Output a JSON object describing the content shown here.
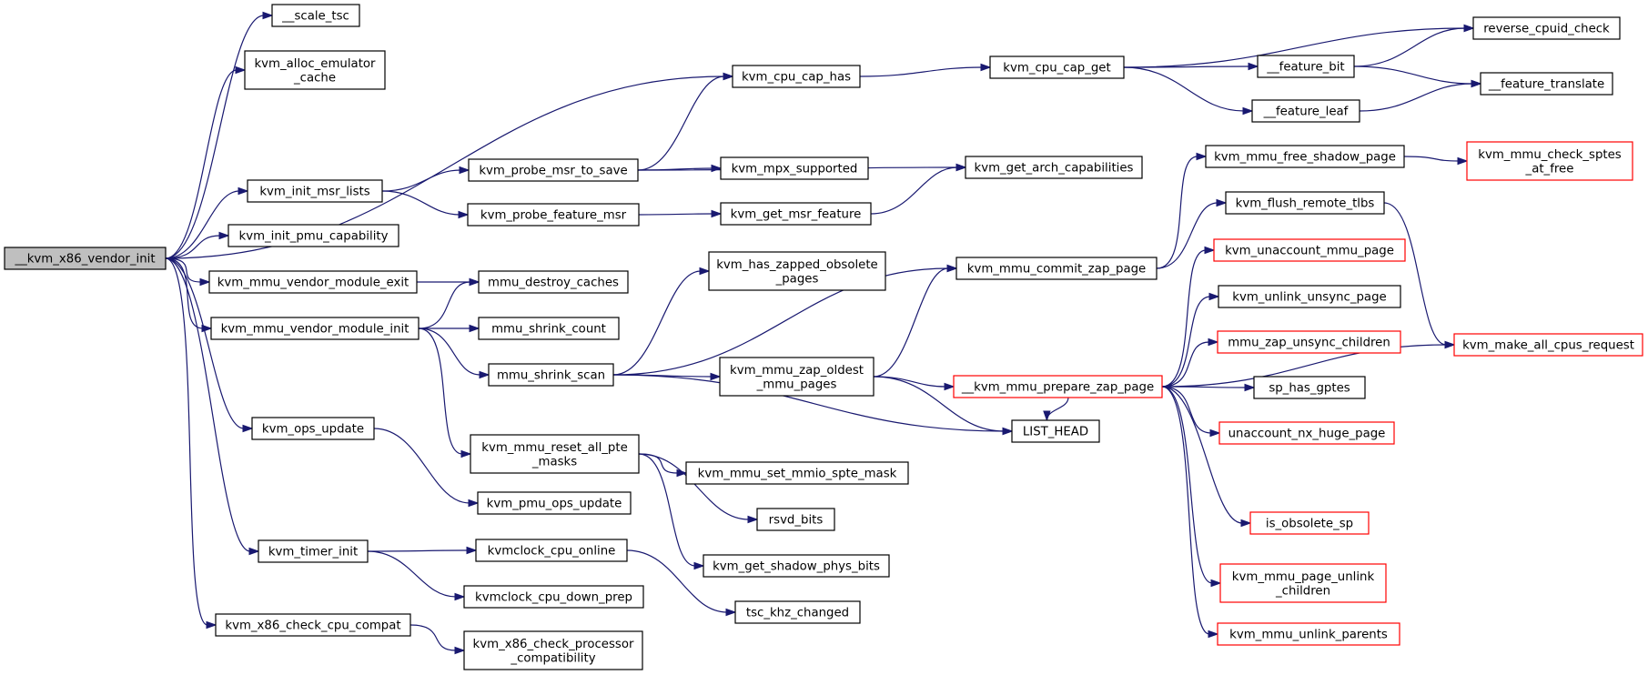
{
  "graph": {
    "type": "call-graph",
    "colors": {
      "edge": "#191970",
      "root_fill": "#bfbfbf",
      "truncated_border": "#ff0000",
      "border": "#000000"
    },
    "nodes": [
      {
        "id": "root",
        "lines": [
          "__kvm_x86_vendor_init"
        ],
        "style": "root"
      },
      {
        "id": "scale_tsc",
        "lines": [
          "__scale_tsc"
        ]
      },
      {
        "id": "alloc_emu",
        "lines": [
          "kvm_alloc_emulator",
          "_cache"
        ]
      },
      {
        "id": "cpu_cap_has",
        "lines": [
          "kvm_cpu_cap_has"
        ]
      },
      {
        "id": "cpu_cap_get",
        "lines": [
          "kvm_cpu_cap_get"
        ]
      },
      {
        "id": "rev_cpuid",
        "lines": [
          "reverse_cpuid_check"
        ]
      },
      {
        "id": "feature_bit",
        "lines": [
          "__feature_bit"
        ]
      },
      {
        "id": "feature_translate",
        "lines": [
          "__feature_translate"
        ]
      },
      {
        "id": "feature_leaf",
        "lines": [
          "__feature_leaf"
        ]
      },
      {
        "id": "init_msr_lists",
        "lines": [
          "kvm_init_msr_lists"
        ]
      },
      {
        "id": "probe_msr_to_save",
        "lines": [
          "kvm_probe_msr_to_save"
        ]
      },
      {
        "id": "mpx_supported",
        "lines": [
          "kvm_mpx_supported"
        ]
      },
      {
        "id": "get_arch_cap",
        "lines": [
          "kvm_get_arch_capabilities"
        ]
      },
      {
        "id": "probe_feature_msr",
        "lines": [
          "kvm_probe_feature_msr"
        ]
      },
      {
        "id": "get_msr_feature",
        "lines": [
          "kvm_get_msr_feature"
        ]
      },
      {
        "id": "init_pmu_cap",
        "lines": [
          "kvm_init_pmu_capability"
        ]
      },
      {
        "id": "mmu_vendor_exit",
        "lines": [
          "kvm_mmu_vendor_module_exit"
        ]
      },
      {
        "id": "mmu_destroy_caches",
        "lines": [
          "mmu_destroy_caches"
        ]
      },
      {
        "id": "mmu_vendor_init",
        "lines": [
          "kvm_mmu_vendor_module_init"
        ]
      },
      {
        "id": "mmu_shrink_count",
        "lines": [
          "mmu_shrink_count"
        ]
      },
      {
        "id": "mmu_shrink_scan",
        "lines": [
          "mmu_shrink_scan"
        ]
      },
      {
        "id": "has_zapped",
        "lines": [
          "kvm_has_zapped_obsolete",
          "_pages"
        ]
      },
      {
        "id": "commit_zap",
        "lines": [
          "kvm_mmu_commit_zap_page"
        ]
      },
      {
        "id": "free_shadow",
        "lines": [
          "kvm_mmu_free_shadow_page"
        ]
      },
      {
        "id": "check_sptes",
        "lines": [
          "kvm_mmu_check_sptes",
          "_at_free"
        ],
        "style": "trunc"
      },
      {
        "id": "flush_tlbs",
        "lines": [
          "kvm_flush_remote_tlbs"
        ]
      },
      {
        "id": "zap_oldest",
        "lines": [
          "kvm_mmu_zap_oldest",
          "_mmu_pages"
        ]
      },
      {
        "id": "prepare_zap",
        "lines": [
          "__kvm_mmu_prepare_zap_page"
        ],
        "style": "trunc"
      },
      {
        "id": "unaccount_mmu",
        "lines": [
          "kvm_unaccount_mmu_page"
        ],
        "style": "trunc"
      },
      {
        "id": "unlink_unsync",
        "lines": [
          "kvm_unlink_unsync_page"
        ]
      },
      {
        "id": "zap_unsync",
        "lines": [
          "mmu_zap_unsync_children"
        ],
        "style": "trunc"
      },
      {
        "id": "make_all_cpus",
        "lines": [
          "kvm_make_all_cpus_request"
        ],
        "style": "trunc"
      },
      {
        "id": "sp_has_gptes",
        "lines": [
          "sp_has_gptes"
        ]
      },
      {
        "id": "list_head",
        "lines": [
          "LIST_HEAD"
        ]
      },
      {
        "id": "unaccount_nx",
        "lines": [
          "unaccount_nx_huge_page"
        ],
        "style": "trunc"
      },
      {
        "id": "ops_update",
        "lines": [
          "kvm_ops_update"
        ]
      },
      {
        "id": "reset_pte_masks",
        "lines": [
          "kvm_mmu_reset_all_pte",
          "_masks"
        ]
      },
      {
        "id": "set_mmio_mask",
        "lines": [
          "kvm_mmu_set_mmio_spte_mask"
        ]
      },
      {
        "id": "pmu_ops_update",
        "lines": [
          "kvm_pmu_ops_update"
        ]
      },
      {
        "id": "rsvd_bits",
        "lines": [
          "rsvd_bits"
        ]
      },
      {
        "id": "is_obsolete",
        "lines": [
          "is_obsolete_sp"
        ],
        "style": "trunc"
      },
      {
        "id": "timer_init",
        "lines": [
          "kvm_timer_init"
        ]
      },
      {
        "id": "clock_online",
        "lines": [
          "kvmclock_cpu_online"
        ]
      },
      {
        "id": "shadow_phys",
        "lines": [
          "kvm_get_shadow_phys_bits"
        ]
      },
      {
        "id": "page_unlink_children",
        "lines": [
          "kvm_mmu_page_unlink",
          "_children"
        ],
        "style": "trunc"
      },
      {
        "id": "clock_down",
        "lines": [
          "kvmclock_cpu_down_prep"
        ]
      },
      {
        "id": "tsc_khz",
        "lines": [
          "tsc_khz_changed"
        ]
      },
      {
        "id": "check_cpu_compat",
        "lines": [
          "kvm_x86_check_cpu_compat"
        ]
      },
      {
        "id": "check_proc_compat",
        "lines": [
          "kvm_x86_check_processor",
          "_compatibility"
        ]
      },
      {
        "id": "unlink_parents",
        "lines": [
          "kvm_mmu_unlink_parents"
        ],
        "style": "trunc"
      }
    ],
    "edges": [
      [
        "root",
        "scale_tsc"
      ],
      [
        "root",
        "alloc_emu"
      ],
      [
        "root",
        "cpu_cap_has"
      ],
      [
        "root",
        "init_msr_lists"
      ],
      [
        "root",
        "init_pmu_cap"
      ],
      [
        "root",
        "mmu_vendor_exit"
      ],
      [
        "root",
        "mmu_vendor_init"
      ],
      [
        "root",
        "ops_update"
      ],
      [
        "root",
        "timer_init"
      ],
      [
        "root",
        "check_cpu_compat"
      ],
      [
        "cpu_cap_has",
        "cpu_cap_get"
      ],
      [
        "cpu_cap_get",
        "rev_cpuid"
      ],
      [
        "cpu_cap_get",
        "feature_bit"
      ],
      [
        "cpu_cap_get",
        "feature_leaf"
      ],
      [
        "feature_bit",
        "rev_cpuid"
      ],
      [
        "feature_bit",
        "feature_translate"
      ],
      [
        "feature_leaf",
        "feature_translate"
      ],
      [
        "init_msr_lists",
        "probe_msr_to_save"
      ],
      [
        "init_msr_lists",
        "probe_feature_msr"
      ],
      [
        "probe_msr_to_save",
        "cpu_cap_has"
      ],
      [
        "probe_msr_to_save",
        "get_arch_cap"
      ],
      [
        "probe_msr_to_save",
        "mpx_supported"
      ],
      [
        "probe_feature_msr",
        "get_msr_feature"
      ],
      [
        "get_msr_feature",
        "get_arch_cap"
      ],
      [
        "mmu_vendor_exit",
        "mmu_destroy_caches"
      ],
      [
        "mmu_vendor_init",
        "mmu_destroy_caches"
      ],
      [
        "mmu_vendor_init",
        "mmu_shrink_count"
      ],
      [
        "mmu_vendor_init",
        "mmu_shrink_scan"
      ],
      [
        "mmu_vendor_init",
        "reset_pte_masks"
      ],
      [
        "mmu_shrink_scan",
        "has_zapped"
      ],
      [
        "mmu_shrink_scan",
        "commit_zap"
      ],
      [
        "mmu_shrink_scan",
        "zap_oldest"
      ],
      [
        "mmu_shrink_scan",
        "list_head"
      ],
      [
        "commit_zap",
        "free_shadow"
      ],
      [
        "commit_zap",
        "flush_tlbs"
      ],
      [
        "free_shadow",
        "check_sptes"
      ],
      [
        "flush_tlbs",
        "make_all_cpus"
      ],
      [
        "zap_oldest",
        "commit_zap"
      ],
      [
        "zap_oldest",
        "prepare_zap"
      ],
      [
        "zap_oldest",
        "list_head"
      ],
      [
        "prepare_zap",
        "unaccount_mmu"
      ],
      [
        "prepare_zap",
        "unlink_unsync"
      ],
      [
        "prepare_zap",
        "zap_unsync"
      ],
      [
        "prepare_zap",
        "sp_has_gptes"
      ],
      [
        "prepare_zap",
        "list_head"
      ],
      [
        "prepare_zap",
        "unaccount_nx"
      ],
      [
        "prepare_zap",
        "make_all_cpus"
      ],
      [
        "prepare_zap",
        "is_obsolete"
      ],
      [
        "prepare_zap",
        "page_unlink_children"
      ],
      [
        "prepare_zap",
        "unlink_parents"
      ],
      [
        "ops_update",
        "pmu_ops_update"
      ],
      [
        "reset_pte_masks",
        "set_mmio_mask"
      ],
      [
        "reset_pte_masks",
        "rsvd_bits"
      ],
      [
        "reset_pte_masks",
        "shadow_phys"
      ],
      [
        "timer_init",
        "clock_online"
      ],
      [
        "timer_init",
        "clock_down"
      ],
      [
        "clock_online",
        "tsc_khz"
      ],
      [
        "check_cpu_compat",
        "check_proc_compat"
      ]
    ]
  }
}
